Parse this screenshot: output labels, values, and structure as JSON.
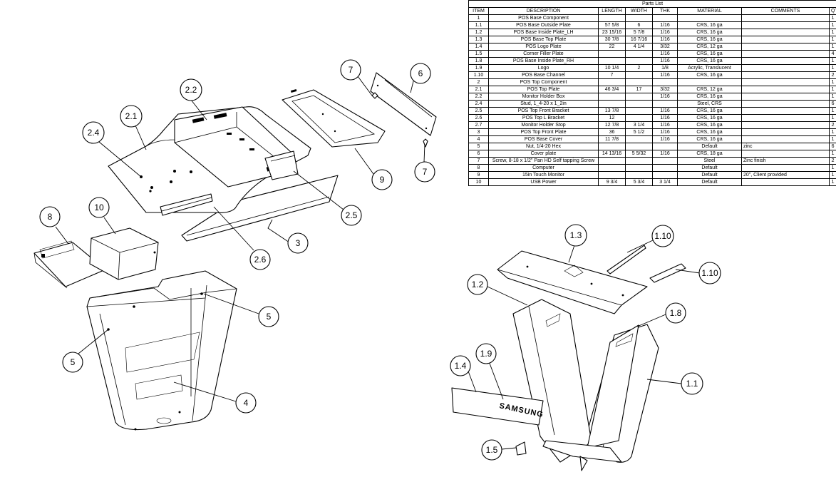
{
  "parts_list": {
    "title": "Parts List",
    "headers": [
      "ITEM",
      "DESCRIPTION",
      "LENGTH",
      "WIDTH",
      "THK",
      "MATERIAL",
      "COMMENTS",
      "QT"
    ],
    "rows": [
      {
        "item": "1",
        "description": "POS Base Component",
        "length": "",
        "width": "",
        "thk": "",
        "material": "",
        "comments": "",
        "qty": "1"
      },
      {
        "item": "1.1",
        "description": "POS Base Outside Plate",
        "length": "57 5/8",
        "width": "6",
        "thk": "1/16",
        "material": "CRS, 16 ga",
        "comments": "",
        "qty": "1"
      },
      {
        "item": "1.2",
        "description": "POS Base Inside Plate_LH",
        "length": "23 15/16",
        "width": "5 7/8",
        "thk": "1/16",
        "material": "CRS, 16 ga",
        "comments": "",
        "qty": "1"
      },
      {
        "item": "1.3",
        "description": "POS Base Top Plate",
        "length": "30 7/8",
        "width": "16 7/16",
        "thk": "1/16",
        "material": "CRS, 16 ga",
        "comments": "",
        "qty": "1"
      },
      {
        "item": "1.4",
        "description": "POS Logo Plate",
        "length": "22",
        "width": "4 1/4",
        "thk": "3/32",
        "material": "CRS, 12 ga",
        "comments": "",
        "qty": "1"
      },
      {
        "item": "1.5",
        "description": "Corner Filler Plate",
        "length": "",
        "width": "",
        "thk": "1/16",
        "material": "CRS, 16 ga",
        "comments": "",
        "qty": "4"
      },
      {
        "item": "1.8",
        "description": "POS Base Inside Plate_RH",
        "length": "",
        "width": "",
        "thk": "1/16",
        "material": "CRS, 16 ga",
        "comments": "",
        "qty": "1"
      },
      {
        "item": "1.9",
        "description": "Logo",
        "length": "10 1/4",
        "width": "2",
        "thk": "1/8",
        "material": "Acrylic, Translucent",
        "comments": "",
        "qty": "1"
      },
      {
        "item": "1.10",
        "description": "POS Base Channel",
        "length": "7",
        "width": "",
        "thk": "1/16",
        "material": "CRS, 16 ga",
        "comments": "",
        "qty": "2"
      },
      {
        "item": "2",
        "description": "POS Top Component",
        "length": "",
        "width": "",
        "thk": "",
        "material": "",
        "comments": "",
        "qty": "1"
      },
      {
        "item": "2.1",
        "description": "POS Top Plate",
        "length": "46 3/4",
        "width": "17",
        "thk": "3/32",
        "material": "CRS, 12 ga",
        "comments": "",
        "qty": "1"
      },
      {
        "item": "2.2",
        "description": "Monitor Holder Box",
        "length": "",
        "width": "",
        "thk": "1/16",
        "material": "CRS, 16 ga",
        "comments": "",
        "qty": "1"
      },
      {
        "item": "2.4",
        "description": "Stud, 1_4-20 x 1_2in",
        "length": "",
        "width": "",
        "thk": "",
        "material": "Steel, CRS",
        "comments": "",
        "qty": "6"
      },
      {
        "item": "2.5",
        "description": "POS Top Front Bracket",
        "length": "13 7/8",
        "width": "",
        "thk": "1/16",
        "material": "CRS, 16 ga",
        "comments": "",
        "qty": "1"
      },
      {
        "item": "2.6",
        "description": "POS Top L Bracket",
        "length": "12",
        "width": "",
        "thk": "1/16",
        "material": "CRS, 16 ga",
        "comments": "",
        "qty": "1"
      },
      {
        "item": "2.7",
        "description": "Monitor Holder Stop",
        "length": "12 7/8",
        "width": "3 1/4",
        "thk": "1/16",
        "material": "CRS, 16 ga",
        "comments": "",
        "qty": "2"
      },
      {
        "item": "3",
        "description": "POS Top Front Plate",
        "length": "36",
        "width": "5 1/2",
        "thk": "1/16",
        "material": "CRS, 16 ga",
        "comments": "",
        "qty": "1"
      },
      {
        "item": "4",
        "description": "POS Base Cover",
        "length": "11 7/8",
        "width": "",
        "thk": "1/16",
        "material": "CRS, 16 ga",
        "comments": "",
        "qty": "1"
      },
      {
        "item": "5",
        "description": "Nut, 1/4-20 Hex",
        "length": "",
        "width": "",
        "thk": "",
        "material": "Default",
        "comments": "zinc",
        "qty": "6"
      },
      {
        "item": "6",
        "description": "Cover plate",
        "length": "14 13/16",
        "width": "5 5/32",
        "thk": "1/16",
        "material": "CRS, 18 ga",
        "comments": "",
        "qty": "1"
      },
      {
        "item": "7",
        "description": "Screw, 8-18 x 1/2\" Pan HD Self tapping Screw",
        "length": "",
        "width": "",
        "thk": "",
        "material": "Steel",
        "comments": "Zinc finish",
        "qty": "2"
      },
      {
        "item": "8",
        "description": "Computer",
        "length": "",
        "width": "",
        "thk": "",
        "material": "Default",
        "comments": "",
        "qty": "1"
      },
      {
        "item": "9",
        "description": "15in Touch Monitor",
        "length": "",
        "width": "",
        "thk": "",
        "material": "Default",
        "comments": "20\", Client provided",
        "qty": "1"
      },
      {
        "item": "10",
        "description": "USB Power",
        "length": "9 3/4",
        "width": "5 3/4",
        "thk": "3 1/4",
        "material": "Default",
        "comments": "",
        "qty": "1"
      }
    ]
  },
  "balloons": {
    "b_2_2": "2.2",
    "b_2_1": "2.1",
    "b_2_4": "2.4",
    "b_7_top": "7",
    "b_6": "6",
    "b_9": "9",
    "b_7_side": "7",
    "b_2_5": "2.5",
    "b_3": "3",
    "b_2_6": "2.6",
    "b_8": "8",
    "b_10": "10",
    "b_5_right": "5",
    "b_5_left": "5",
    "b_4": "4",
    "b_1_3": "1.3",
    "b_1_10_top": "1.10",
    "b_1_10_side": "1.10",
    "b_1_2": "1.2",
    "b_1_8": "1.8",
    "b_1_1": "1.1",
    "b_1_4": "1.4",
    "b_1_9": "1.9",
    "b_1_5": "1.5"
  },
  "logo_text": "SAMSUNG"
}
